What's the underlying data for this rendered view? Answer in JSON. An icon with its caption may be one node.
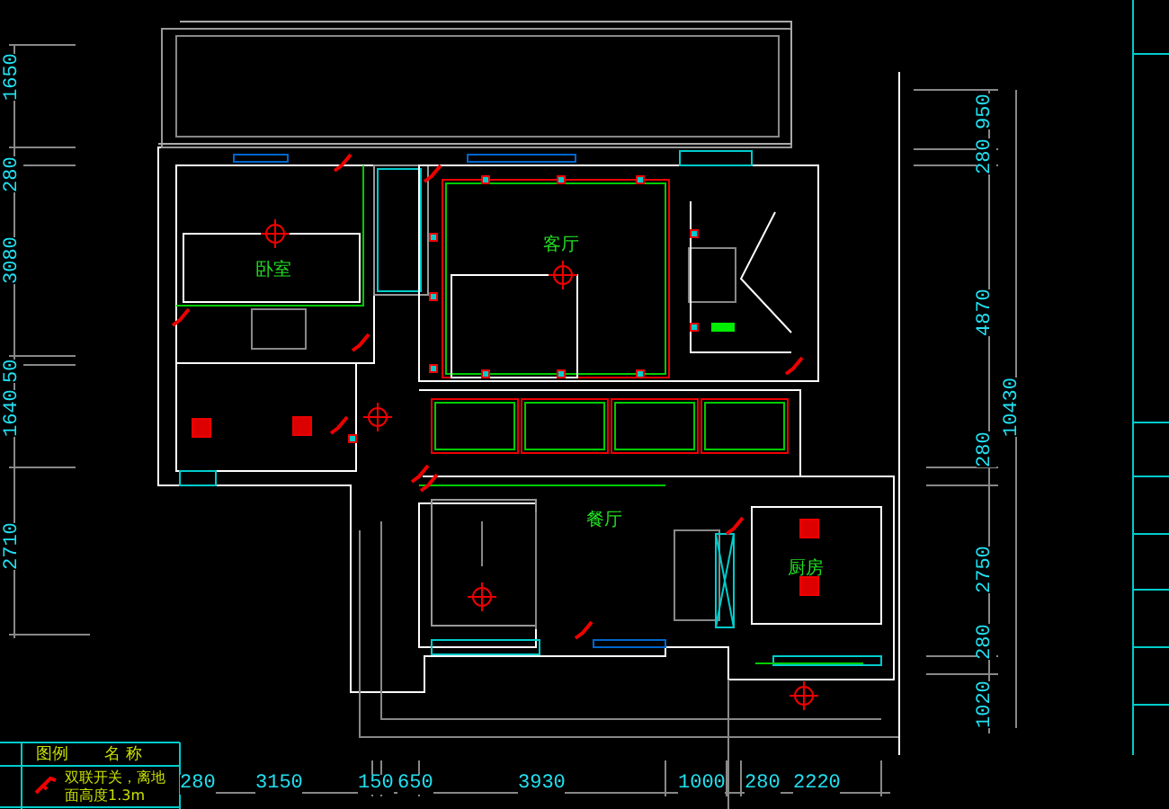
{
  "diagram": {
    "labels": [
      "卧室",
      "客厅",
      "餐厅",
      "厨房",
      "1650",
      "280",
      "3080",
      "1640",
      "50",
      "2710",
      "950",
      "280",
      "4870",
      "10430",
      "280",
      "2750",
      "280",
      "1020",
      "280",
      "3150",
      "150",
      "650",
      "3930",
      "1000",
      "280",
      "2220",
      "图例",
      "名 称"
    ],
    "legend": [
      {
        "text": "双联开关，离地面高度1.3m"
      }
    ]
  }
}
